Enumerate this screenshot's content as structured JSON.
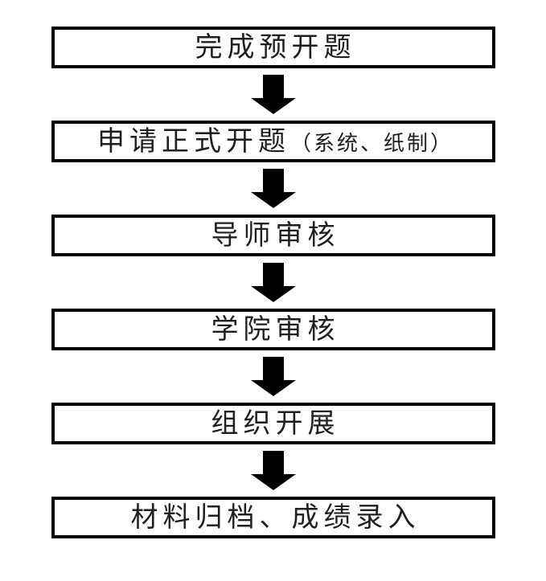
{
  "diagram": {
    "type": "flowchart",
    "direction": "top-down",
    "nodes": [
      {
        "label": "完成预开题"
      },
      {
        "label": "申请正式开题",
        "suffix": "（系统、纸制）"
      },
      {
        "label": "导师审核"
      },
      {
        "label": "学院审核"
      },
      {
        "label": "组织开展"
      },
      {
        "label": "材料归档、成绩录入"
      }
    ],
    "connector": {
      "shape": "solid-block-arrow",
      "direction": "down",
      "color": "#000000"
    },
    "style": {
      "box_border_color": "#000000",
      "box_background": "#ffffff",
      "text_color": "#1f1f1f",
      "page_background": "#ffffff"
    }
  }
}
